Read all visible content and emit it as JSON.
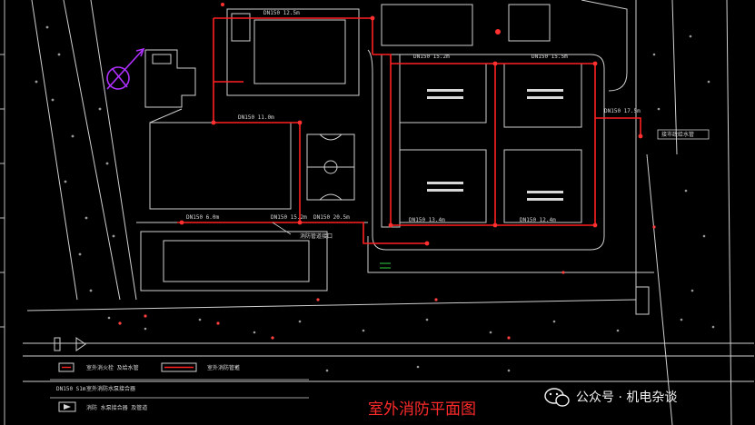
{
  "drawing": {
    "title": "室外消防平面图",
    "pipe_labels": {
      "top": "DN150 12.5m",
      "mid_top": "DN150 15.2m",
      "right_top": "DN150 15.5m",
      "right_inner": "DN150 17.5m",
      "left_mid": "DN150 11.0m",
      "bottom_left": "DN150 6.0m",
      "bottom_mid": "DN150 15.2m",
      "bottom_mid2": "DN150 20.5m",
      "bottom_center": "DN150 13.4m",
      "bottom_right": "DN150 12.4m"
    },
    "callouts": {
      "main_connection": "消防管道接口",
      "right_connection": "接市政给水管"
    },
    "legend": {
      "item1": "室外消火栓 及给水管",
      "item2": "室外消防管道",
      "pipe_size": "DN150 S1m",
      "item3": "室外消防水泵接合器",
      "item4": "消防 水泵接合器 及管道"
    }
  },
  "watermark": {
    "text": "公众号 · 机电杂谈"
  },
  "colors": {
    "background": "#000000",
    "cad_lines": "#cfcfcf",
    "fire_pipe": "#ff2020",
    "accent_magenta": "#b030ff",
    "title": "#ff2a2a"
  }
}
